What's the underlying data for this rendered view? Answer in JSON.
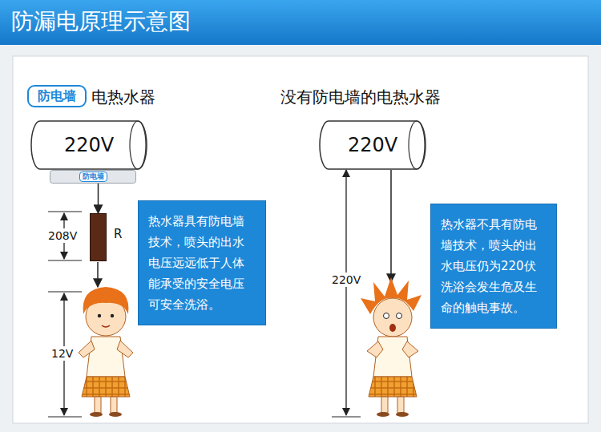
{
  "diagram": {
    "title": "防漏电原理示意图",
    "nodes": [
      {
        "text": [
          "防电墙"
        ]
      },
      {
        "text": [
          "220V"
        ]
      },
      {
        "text": [
          "防电墙"
        ]
      },
      {
        "text": [
          "R"
        ]
      },
      {
        "text": [
          "热水器具有防电墙技术，喷头的出水电压远远低于人体能承受的安全电压可安全洗浴。"
        ]
      },
      {
        "text": [
          "220V"
        ]
      },
      {
        "text": [
          "热水器不具有防电墙技术，喷头的出水电压仍为220伏洗浴会发生危及生命的触电事故。"
        ]
      }
    ],
    "edges": [
      {
        "from": 2,
        "to": 3,
        "arrow": "to"
      }
    ],
    "labels": [
      "电热水器",
      "没有防电墙的电热水器",
      "208V",
      "12V",
      "220V"
    ]
  }
}
